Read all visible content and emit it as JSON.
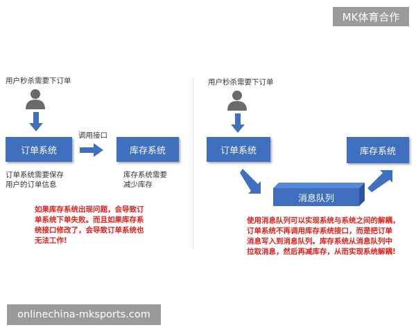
{
  "watermark_top": "MK体育合作",
  "watermark_bottom": "onlinechina-mksports.com",
  "left": {
    "user_label": "用户秒杀需要下订单",
    "order_box": "订单系统",
    "call_label": "调用接口",
    "stock_box": "库存系统",
    "order_desc": [
      "订单系统需要保存",
      "用户的订单信息"
    ],
    "stock_desc": [
      "库存系统需要",
      "减少库存"
    ],
    "note": [
      "如果库存系统出现问题，会导致订",
      "单系统下单失败。而且如果库存系",
      "统接口修改了，会导致订单系统也",
      "无法工作!"
    ]
  },
  "right": {
    "user_label": "用户秒杀需要下订单",
    "order_box": "订单系统",
    "queue_box": "消息队列",
    "stock_box": "库存系统",
    "note": [
      "使用消息队列可以实现系统与系统之间的解耦，",
      "订单系统不再调用库存系统接口，而是把订单",
      "消息写入到消息队列。库存系统从消息队列中",
      "拉取消息，然后再减库存，从而实现系统解耦!"
    ]
  },
  "colors": {
    "box": "#3f6fbe",
    "note": "#e0201b",
    "user_icon": "#6a6a6a",
    "watermark_bg": "#9a9a9a"
  }
}
